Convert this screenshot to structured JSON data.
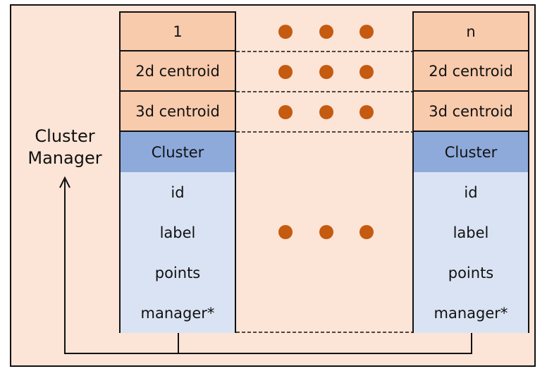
{
  "left_column": {
    "header_rows": [
      "1",
      "2d centroid",
      "3d centroid"
    ],
    "class_name": "Cluster",
    "fields": [
      "id",
      "label",
      "points",
      "manager*"
    ]
  },
  "right_column": {
    "header_rows": [
      "n",
      "2d centroid",
      "3d centroid"
    ],
    "class_name": "Cluster",
    "fields": [
      "id",
      "label",
      "points",
      "manager*"
    ]
  },
  "side_label": "Cluster Manager",
  "colors": {
    "background": "#fce4d6",
    "peach_cell": "#f8cbad",
    "class_header": "#8eaadb",
    "class_body": "#dae3f3",
    "dot": "#c55a11"
  }
}
